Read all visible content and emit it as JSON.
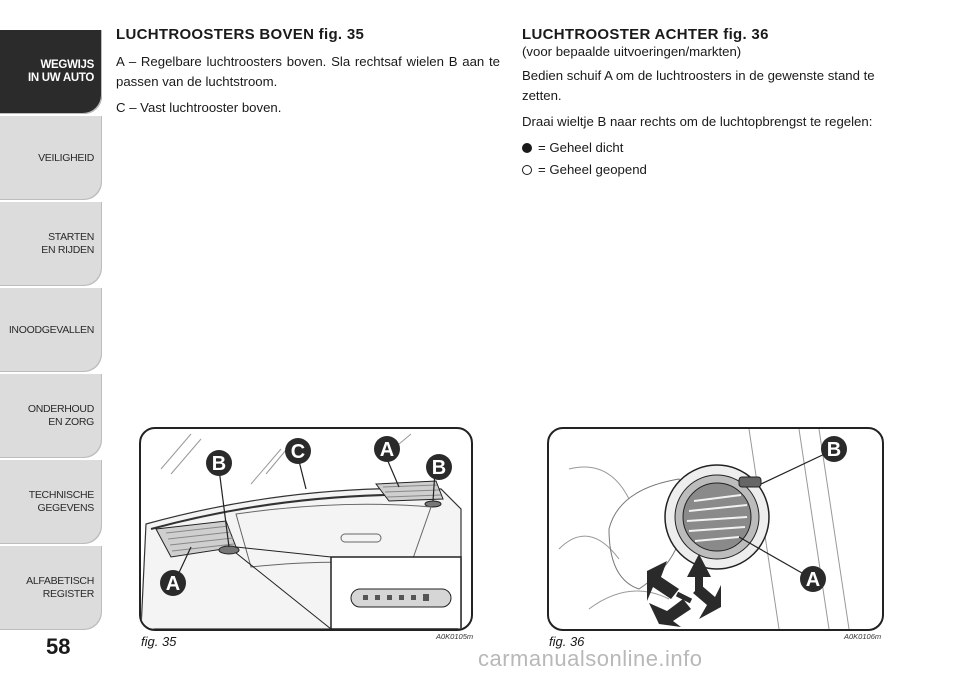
{
  "sidebar": {
    "tabs": [
      {
        "label": "WEGWIJS\nIN UW AUTO",
        "active": true
      },
      {
        "label": "VEILIGHEID",
        "active": false
      },
      {
        "label": "STARTEN\nEN RIJDEN",
        "active": false
      },
      {
        "label": "INOODGEVALLEN",
        "active": false
      },
      {
        "label": "ONDERHOUD\nEN ZORG",
        "active": false
      },
      {
        "label": "TECHNISCHE\nGEGEVENS",
        "active": false
      },
      {
        "label": "ALFABETISCH\nREGISTER",
        "active": false
      }
    ],
    "page_number": "58"
  },
  "left": {
    "title": "LUCHTROOSTERS BOVEN fig. 35",
    "para1": "A – Regelbare luchtroosters boven. Sla rechtsaf wielen B aan te passen van de luchtstroom.",
    "para2": "C – Vast luchtrooster boven.",
    "figure": {
      "caption": "fig. 35",
      "code": "A0K0105m",
      "labels": {
        "b1": "B",
        "c": "C",
        "a_top": "A",
        "b2": "B",
        "a_bottom": "A"
      }
    }
  },
  "right": {
    "title": "LUCHTROOSTER ACHTER fig. 36",
    "subtitle": "(voor bepaalde uitvoeringen/markten)",
    "para1": "Bedien schuif A om de luchtroosters in de gewenste stand te zetten.",
    "para2": "Draai wieltje B naar rechts om de luchtopbrengst te regelen:",
    "bullet_closed": "= Geheel dicht",
    "bullet_open": "= Geheel geopend",
    "figure": {
      "caption": "fig. 36",
      "code": "A0K0106m",
      "labels": {
        "b": "B",
        "a": "A"
      }
    }
  },
  "watermark": "carmanualsonline.info",
  "colors": {
    "active_tab": "#2b2b2b",
    "tab": "#dcdcdc",
    "callout": "#2a2a2a"
  }
}
